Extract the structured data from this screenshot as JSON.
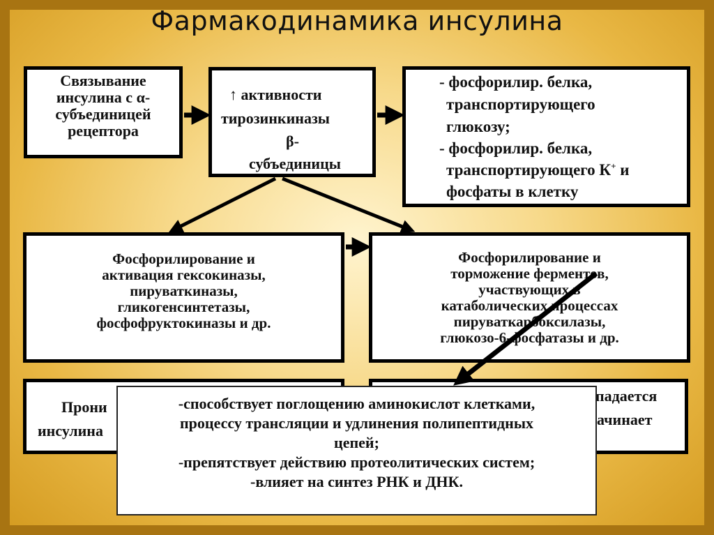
{
  "title": "Фармакодинамика инсулина",
  "box_binding": {
    "lines": [
      "Связывание",
      "инсулина с α-",
      "субъединицей",
      "рецептора"
    ]
  },
  "box_tyrosine": {
    "lines": [
      "↑ активности",
      "тирозинкиназы",
      "β-",
      "субъединицы"
    ]
  },
  "box_phosphorylation_transport": {
    "lines": [
      "- фосфорилир. белка,",
      "транспортирующего",
      "глюкозу;",
      "- фосфорилир. белка,",
      "транспортирующего К",
      "фосфаты в клетку"
    ],
    "superscript": "+",
    "line5_tail": " и"
  },
  "box_activation": {
    "lines": [
      "Фосфорилирование и",
      "активация гексокиназы,",
      "пируваткиназы,",
      "гликогенсинтетазы,",
      "фосфофруктокиназы и др."
    ]
  },
  "box_inhibition": {
    "lines": [
      "Фосфорилирование и",
      "торможение ферментов,",
      "участвующих в",
      "катаболических процессах",
      "пируваткарбоксилазы,",
      "глюкозо-6-фосфатазы и др."
    ]
  },
  "box_penetration": {
    "lines": [
      "Прони",
      "инсулина"
    ]
  },
  "box_right_bottom": {
    "lines": [
      "падается",
      "ачинает"
    ]
  },
  "box_overlay": {
    "lines": [
      "-способствует поглощению аминокислот клетками,",
      "процессу трансляции и удлинения полипептидных",
      "цепей;",
      "-препятствует действию протеолитических систем;",
      "-влияет на синтез РНК и ДНК."
    ]
  },
  "colors": {
    "border_background": "#a87412",
    "gradient_center": "#fff4cf",
    "gradient_edge": "#d59c22",
    "box_fill": "#ffffff",
    "box_border": "#000000"
  }
}
